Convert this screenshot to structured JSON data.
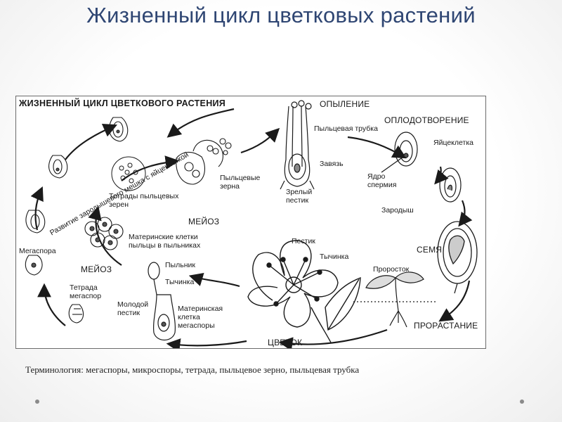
{
  "slide": {
    "title": "Жизненный цикл цветковых растений",
    "caption": "Терминология: мегаспоры, микроспоры, тетрада, пыльцевое зерно, пыльцевая трубка"
  },
  "diagram": {
    "header": "ЖИЗНЕННЫЙ ЦИКЛ ЦВЕТКОВОГО РАСТЕНИЯ",
    "stages": {
      "pollination": "ОПЫЛЕНИЕ",
      "fertilization": "ОПЛОДОТВОРЕНИЕ",
      "seed": "СЕМЯ",
      "germination": "ПРОРАСТАНИЕ",
      "flower": "ЦВЕТОК",
      "meiosis_center": "МЕЙОЗ",
      "meiosis_left": "МЕЙОЗ"
    },
    "labels": {
      "pollen_tube": "Пыльцевая трубка",
      "ovary": "Завязь",
      "mature_pistil": [
        "Зрелый",
        "пестик"
      ],
      "egg_cell": "Яйцеклетка",
      "sperm_nucleus": [
        "Ядро",
        "спермия"
      ],
      "embryo": "Зародыш",
      "pollen_grains": [
        "Пыльцевые",
        "зерна"
      ],
      "pollen_tetrads": [
        "Тетрады пыльцевых",
        "зерен"
      ],
      "pollen_mother_cells": [
        "Материнские клетки",
        "пыльцы в пыльниках"
      ],
      "pistil": "Пестик",
      "stamen_flower": "Тычинка",
      "anther": "Пыльник",
      "stamen": "Тычинка",
      "sprout": "Проросток",
      "megaspore": "Мегаспора",
      "megaspore_tetrad": [
        "Тетрада",
        "мегаспор"
      ],
      "young_pistil": [
        "Молодой",
        "пестик"
      ],
      "megaspore_mother_cell": [
        "Материнская",
        "клетка",
        "мегаспоры"
      ],
      "embryo_sac_development": "Развитие зародышевого мешка с яйцеклеткой"
    }
  },
  "colors": {
    "title": "#2f4673",
    "ink": "#1a1a1a",
    "frame": "#6b6b6b"
  }
}
